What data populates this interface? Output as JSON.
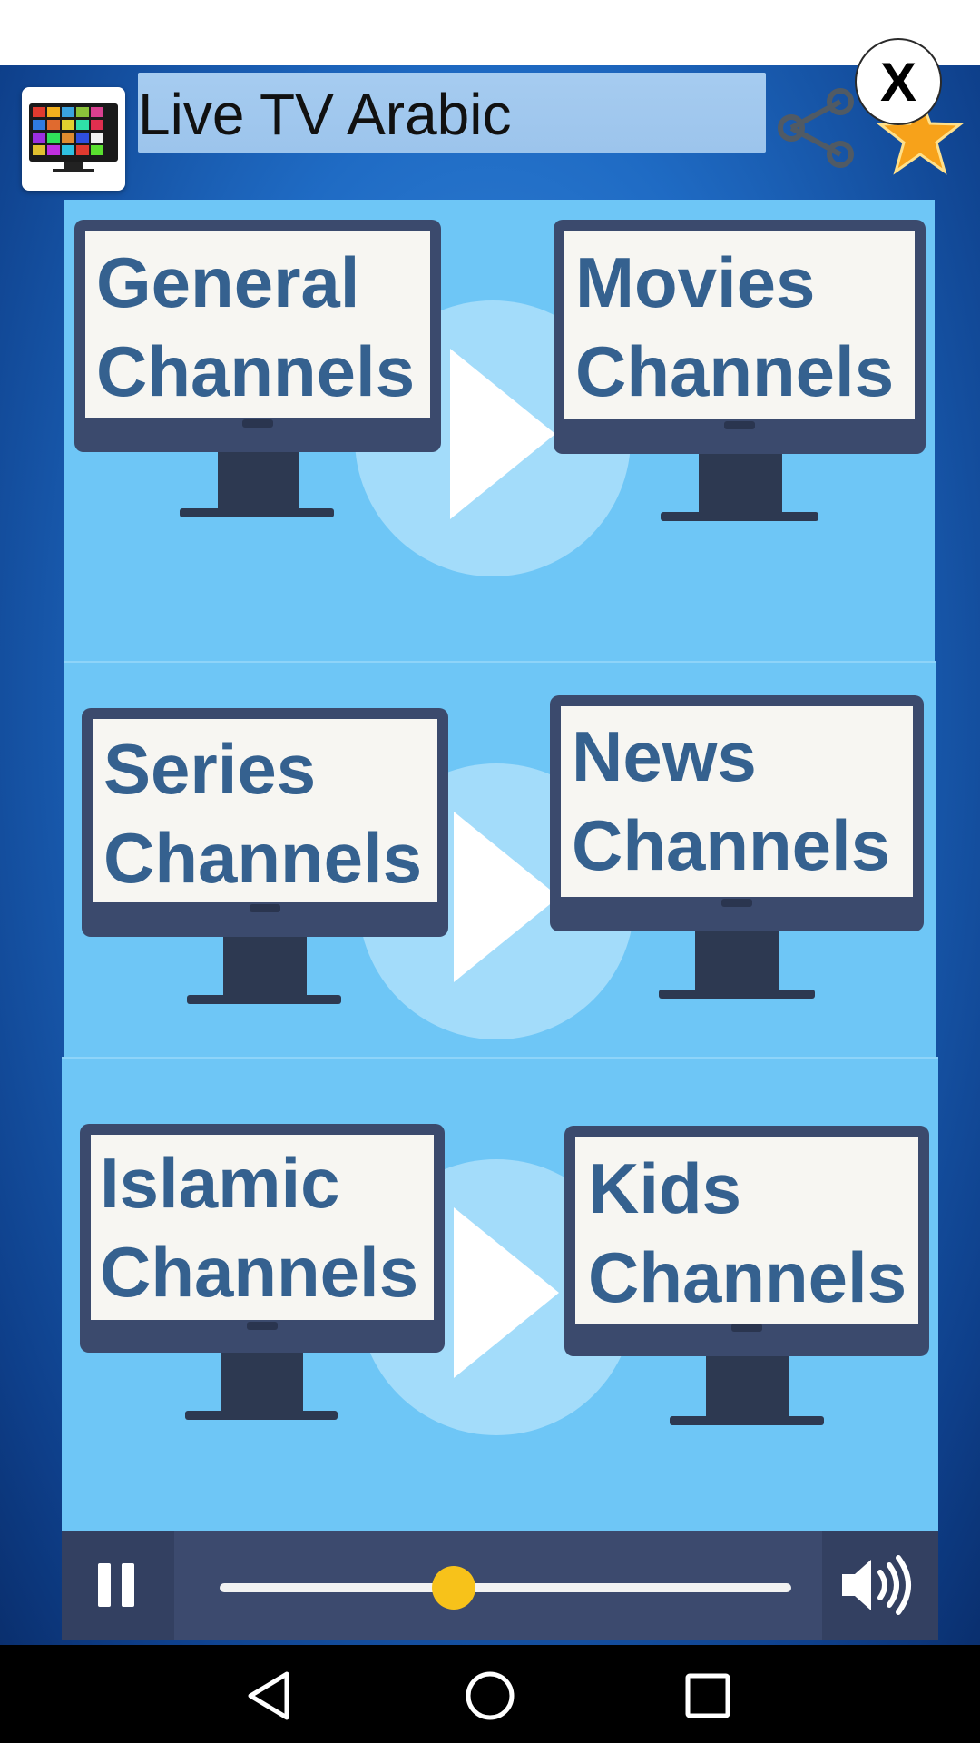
{
  "app": {
    "title": "Live TV Arabic",
    "close_label": "X",
    "icons": {
      "app": "tv-app-icon",
      "share": "share-icon",
      "star": "star-icon",
      "close": "close-icon"
    }
  },
  "categories": [
    {
      "line1": "General",
      "line2": "Channels"
    },
    {
      "line1": "Movies",
      "line2": "Channels"
    },
    {
      "line1": "Series",
      "line2": "Channels"
    },
    {
      "line1": "News",
      "line2": "Channels"
    },
    {
      "line1": "Islamic",
      "line2": "Channels"
    },
    {
      "line1": "Kids",
      "line2": "Channels"
    }
  ],
  "player": {
    "state": "playing",
    "pause_icon": "pause-icon",
    "volume_icon": "volume-icon",
    "seek_fraction": 0.41
  },
  "colors": {
    "panel": "#6ec6f6",
    "tv_frame": "#3b4a6d",
    "label": "#35618f",
    "seek_thumb": "#f7c21a",
    "star": "#f7a21a"
  },
  "navigation": {
    "back_icon": "back-icon",
    "home_icon": "home-icon",
    "recents_icon": "recents-icon"
  }
}
